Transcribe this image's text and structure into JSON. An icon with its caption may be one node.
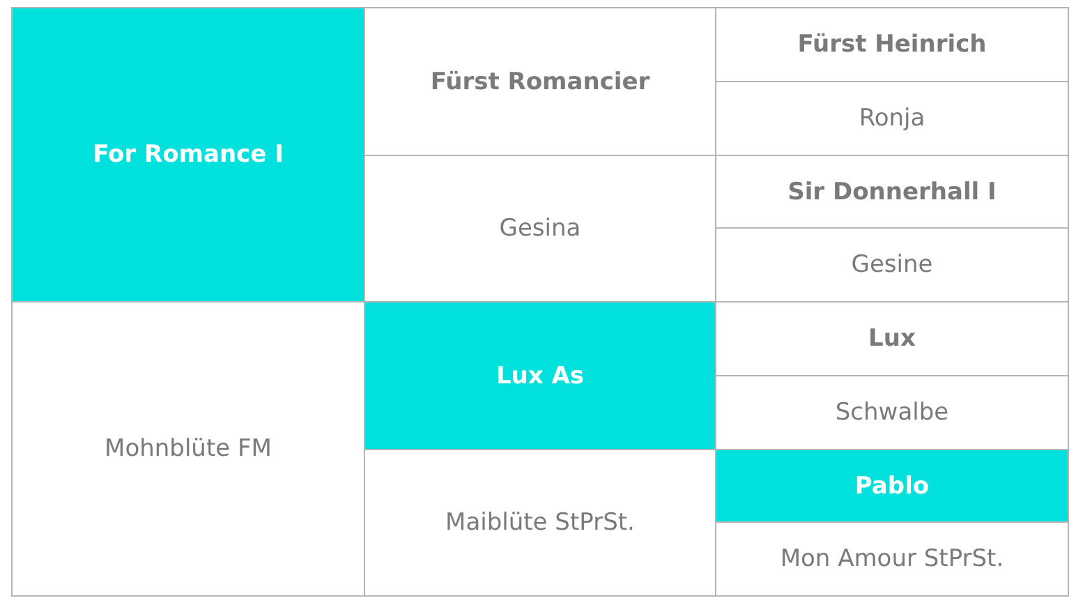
{
  "diagram": {
    "labels": [
      "For Romance I",
      "Fürst Romancier",
      "Fürst Heinrich",
      "Ronja",
      "Gesina",
      "Sir Donnerhall I",
      "Gesine",
      "Mohnblüte FM",
      "Lux As",
      "Lux",
      "Schwalbe",
      "Maiblüte StPrSt.",
      "Pablo",
      "Mon Amour StPrSt."
    ]
  }
}
